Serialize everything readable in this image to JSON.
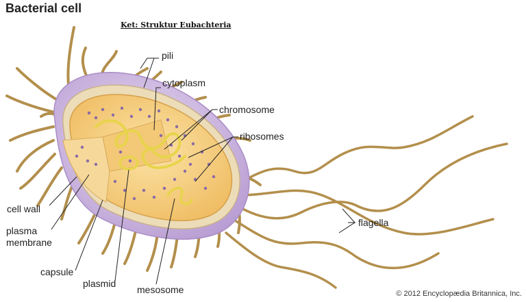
{
  "title": "Bacterial cell",
  "subtitle": "Ket: Struktur Eubachteria",
  "labels": {
    "pili": "pili",
    "cytoplasm": "cytoplasm",
    "chromosome": "chromosome",
    "ribosomes": "ribosomes",
    "flagella": "flagella",
    "cell_wall": "cell wall",
    "plasma_membrane_line1": "plasma",
    "plasma_membrane_line2": "membrane",
    "capsule": "capsule",
    "plasmid": "plasmid",
    "mesosome": "mesosome"
  },
  "copyright": "© 2012 Encyclopædia Britannica, Inc.",
  "colors": {
    "capsule": "#c9b3de",
    "capsule_edge": "#a98cc6",
    "cell_wall": "#e9d6b0",
    "cytoplasm": "#f2c26a",
    "cytoplasm_light": "#f8dc9c",
    "ribosome": "#8a6aa6",
    "chromosome": "#e3d04a",
    "appendage": "#b8954f",
    "leader_line": "#222222"
  }
}
